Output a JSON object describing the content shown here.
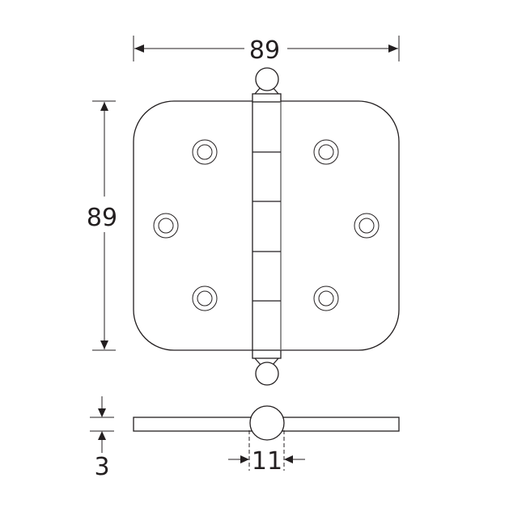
{
  "drawing": {
    "title": "Butt hinge with ball finials - dimensional drawing",
    "front_view": {
      "width_label": "89",
      "height_label": "89",
      "holes_per_leaf": 3,
      "knuckle_segments": 5
    },
    "side_view": {
      "thickness_label": "3",
      "knuckle_diameter_label": "11"
    },
    "units": "mm",
    "colors": {
      "line": "#231f20",
      "background": "#ffffff",
      "barrel_edge": "#7a7a7a"
    }
  }
}
